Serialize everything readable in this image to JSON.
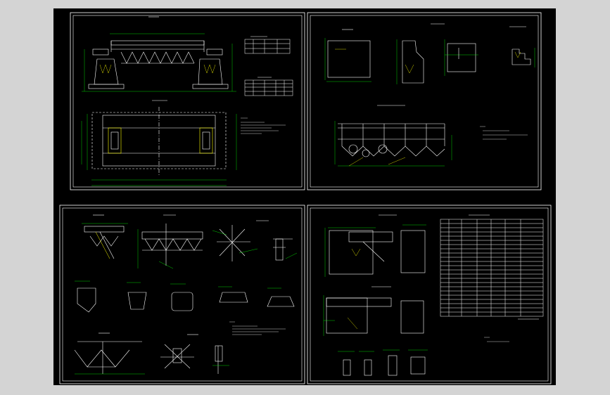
{
  "app": {
    "canvas_background": "#d4d4d4",
    "viewport_background": "#000000"
  },
  "colors": {
    "frame": "#ffffff",
    "outline": "#ffffff",
    "dimension": "#00ff00",
    "hatch": "#ffff00",
    "accent_red": "#ff0000",
    "accent_cyan": "#00ffff"
  },
  "sheets": [
    {
      "id": "sheet-1",
      "views": [
        "elevation",
        "plan"
      ],
      "tables": [
        "table-1a",
        "table-1b"
      ]
    },
    {
      "id": "sheet-2",
      "views": [
        "section-a",
        "detail-1",
        "detail-2",
        "detail-3",
        "railing-elevation"
      ]
    },
    {
      "id": "sheet-3",
      "views": [
        "section-1",
        "section-2",
        "section-3",
        "joint-detail",
        "shape-details"
      ]
    },
    {
      "id": "sheet-4",
      "views": [
        "plan-detail-1",
        "plan-detail-2",
        "component-shapes"
      ],
      "tables": [
        "quantity-table"
      ]
    }
  ]
}
